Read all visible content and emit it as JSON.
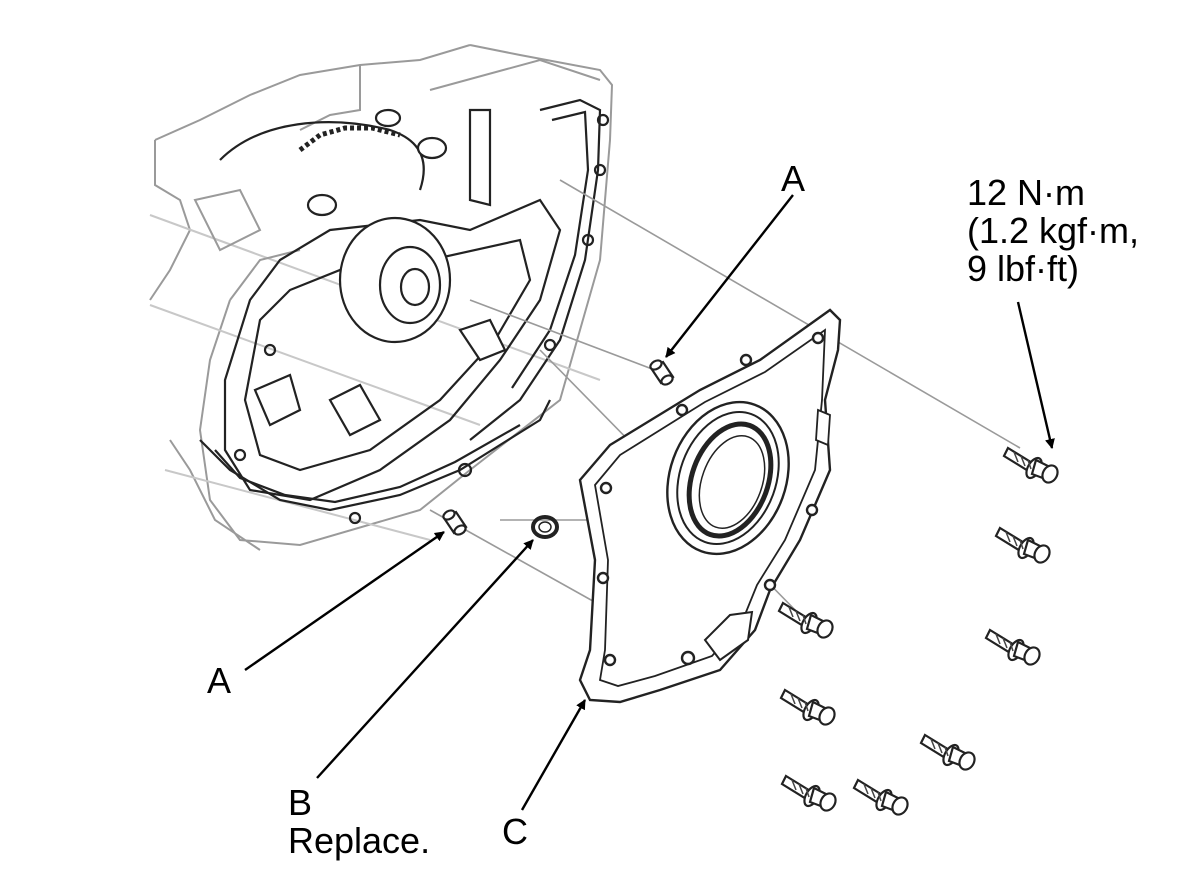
{
  "labels": {
    "a_top": "A",
    "a_left": "A",
    "b_letter": "B",
    "b_note": "Replace.",
    "c": "C",
    "torque_line1": "12 N·m",
    "torque_line2": "(1.2 kgf·m,",
    "torque_line3": "9 lbf·ft)"
  },
  "parts": {
    "dowel_pin": "A",
    "o_ring": "B",
    "oil_seal_housing": "C"
  },
  "colors": {
    "ink": "#000000",
    "line_art": "#222222",
    "faint_art": "#9a9a9a",
    "background": "#ffffff"
  }
}
